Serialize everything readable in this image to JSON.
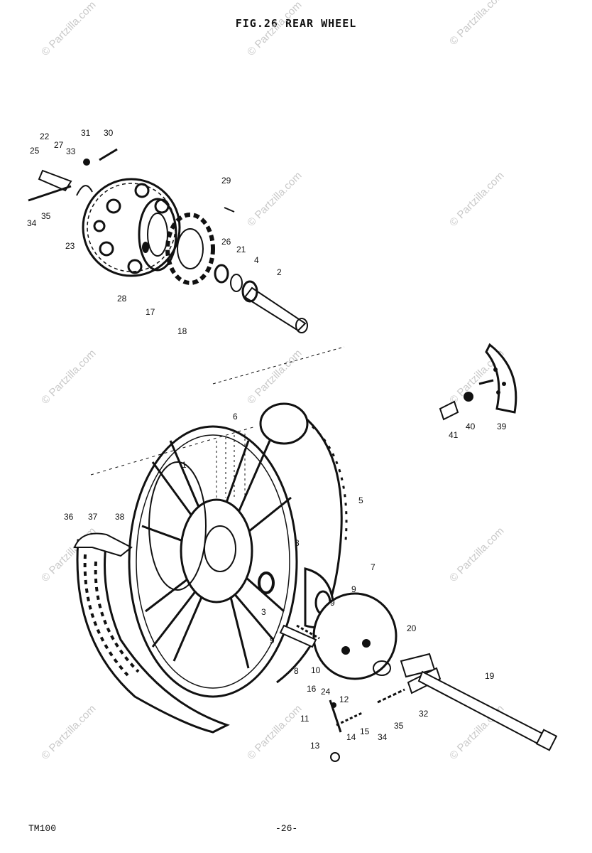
{
  "figure_title": "FIG.26 REAR WHEEL",
  "model_code": "TM100",
  "page_number": "-26-",
  "watermark_text": "© Partzilla.com",
  "callouts": [
    "1",
    "2",
    "3",
    "4",
    "5",
    "6",
    "7",
    "8",
    "8",
    "9",
    "9",
    "9",
    "10",
    "11",
    "12",
    "13",
    "14",
    "15",
    "16",
    "17",
    "18",
    "19",
    "20",
    "21",
    "22",
    "23",
    "24",
    "25",
    "26",
    "27",
    "28",
    "29",
    "30",
    "31",
    "32",
    "33",
    "34",
    "34",
    "35",
    "35",
    "36",
    "37",
    "38",
    "39",
    "40",
    "41"
  ]
}
